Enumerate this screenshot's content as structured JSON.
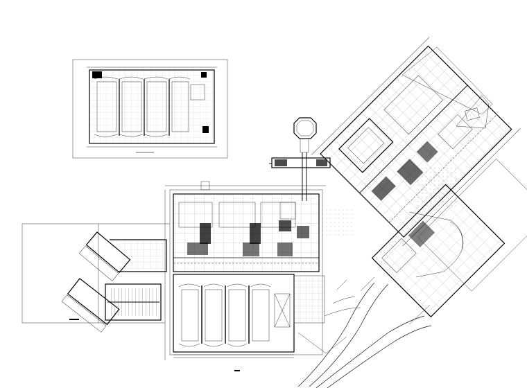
{
  "drawing": {
    "type": "architectural-floor-plan",
    "colors": {
      "background": "#ffffff",
      "linework": "#111111"
    },
    "views": [
      {
        "name": "inset-parking-plan"
      },
      {
        "name": "left-wing-parking-plan"
      },
      {
        "name": "main-complex-plan"
      },
      {
        "name": "rotated-wing-plan"
      },
      {
        "name": "octagonal-pavilion"
      }
    ]
  }
}
